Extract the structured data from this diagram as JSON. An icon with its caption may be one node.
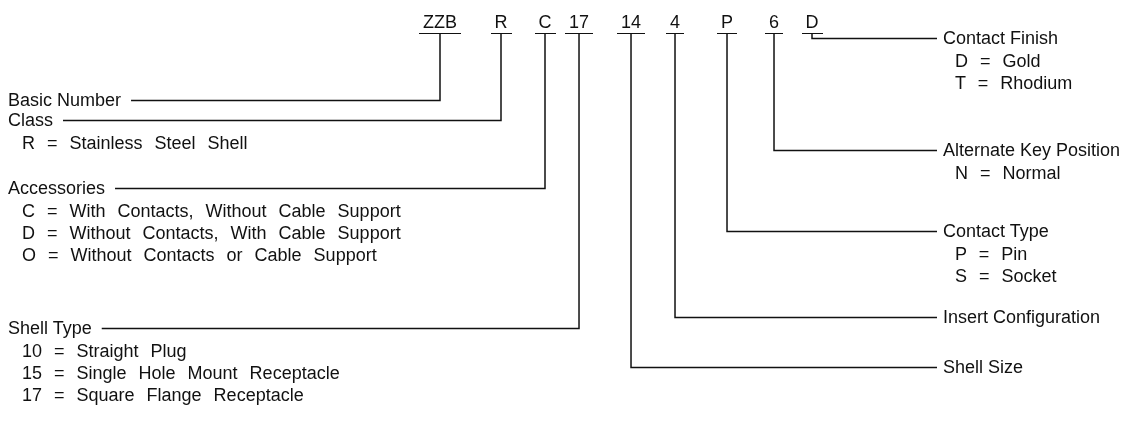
{
  "diagram": {
    "nodes": [
      {
        "text": [
          "ZZB"
        ]
      },
      {
        "text": [
          "R"
        ]
      },
      {
        "text": [
          "C"
        ]
      },
      {
        "text": [
          "17"
        ]
      },
      {
        "text": [
          "14"
        ]
      },
      {
        "text": [
          "4"
        ]
      },
      {
        "text": [
          "P"
        ]
      },
      {
        "text": [
          "6"
        ]
      },
      {
        "text": [
          "D"
        ]
      },
      {
        "text": [
          "Basic Number"
        ]
      },
      {
        "text": [
          "Class"
        ],
        "beside": [
          "R = Stainless Steel Shell"
        ]
      },
      {
        "text": [
          "Accessories"
        ],
        "beside": [
          "C = With Contacts, Without Cable Support",
          "D = Without Contacts, With Cable Support",
          "O = Without Contacts or Cable Support"
        ]
      },
      {
        "text": [
          "Shell Type"
        ],
        "beside": [
          "10 = Straight Plug",
          "15 = Single Hole Mount Receptacle",
          "17 = Square Flange Receptacle"
        ]
      },
      {
        "text": [
          "Contact Finish"
        ],
        "beside": [
          "D = Gold",
          "T = Rhodium"
        ]
      },
      {
        "text": [
          "Alternate Key Position"
        ],
        "beside": [
          "N = Normal"
        ]
      },
      {
        "text": [
          "Contact Type"
        ],
        "beside": [
          "P = Pin",
          "S = Socket"
        ]
      },
      {
        "text": [
          "Insert Configuration"
        ]
      },
      {
        "text": [
          "Shell Size"
        ]
      }
    ],
    "edges": [
      {
        "from": 0,
        "to": 9,
        "arrow": "none"
      },
      {
        "from": 1,
        "to": 10,
        "arrow": "none"
      },
      {
        "from": 2,
        "to": 11,
        "arrow": "none"
      },
      {
        "from": 3,
        "to": 12,
        "arrow": "none"
      },
      {
        "from": 4,
        "to": 17,
        "arrow": "none"
      },
      {
        "from": 5,
        "to": 16,
        "arrow": "none"
      },
      {
        "from": 6,
        "to": 15,
        "arrow": "none"
      },
      {
        "from": 7,
        "to": 14,
        "arrow": "none"
      },
      {
        "from": 8,
        "to": 13,
        "arrow": "none"
      }
    ]
  }
}
